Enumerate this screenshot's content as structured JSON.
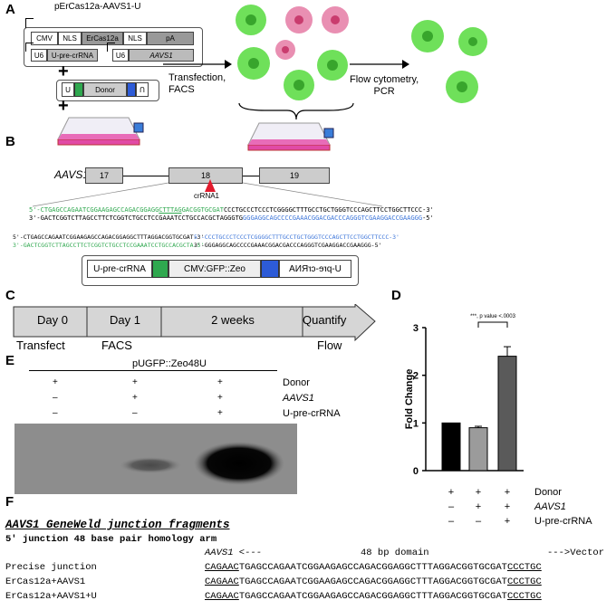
{
  "panels": {
    "A": "A",
    "B": "B",
    "C": "C",
    "D": "D",
    "E": "E",
    "F": "F"
  },
  "panelA": {
    "plasmid_title": "pErCas12a-AAVS1-U",
    "cas_parts": [
      "CMV",
      "NLS",
      "ErCas12a",
      "NLS",
      "pA"
    ],
    "crna_parts": [
      "U6",
      "U-pre-crRNA",
      "U6",
      "AAVS1"
    ],
    "donor_parts": [
      "U",
      "Donor",
      "U"
    ],
    "plus": "+",
    "arrow1": "Transfection,\nFACS",
    "arrow2": "Flow cytometry,\nPCR"
  },
  "panelB": {
    "gene": "AAVS1",
    "exons": [
      "17",
      "18",
      "19"
    ],
    "cut_label": "crRNA1",
    "top_seq_g": "5'-CTGAGCCAGAATCGGAAGAGCCAGACGGAGG",
    "top_seq_u": "CTTTAG",
    "top_seq_g2": "GACGGTGCGAT",
    "top_seq_rest": "CCCTGCCCTCCCTCGGGGCTTTGCCTGCTGGGTCCCAGCTTCCTGGCTTCCC-3'",
    "bot_seq_a": "3'-GACTCGGTCTTAGCCTTCTCGGTCTGCCTCCGAAATCCTGCCACGCTAGGGTG",
    "bot_seq_b": "GGGAGGCAGCCCCGAAACGGACGACCCAGGGTCGAAGGACCGAAGGG",
    "bot_seq_c": "-5'",
    "left_top": "5'-CTGAGCCAGAATCGGAAGAGCCAGACGGAGGCTTTAGGACGGTGCGAT-3'",
    "left_bot": "3'-GACTCGGTCTTAGCCTTCTCGGTCTGCCTCCGAAATCCTGCCACGCTA-5'",
    "right_top": "5'-CCCTGCCCTCCCTCGGGGCTTTGCCTGCTGGGTCCCAGCTTCCTGGCTTCCC-3'",
    "right_bot": "3'-GGGAGGCAGCCCCGAAACGGACGACCCAGGGTCGAAGGACCGAAGGG-5'",
    "construct": [
      "U-pre-crRNA",
      "CMV:GFP::Zeo",
      "U-pre-crRNA"
    ]
  },
  "panelC": {
    "steps": [
      "Day 0",
      "Day 1",
      "2 weeks",
      "Quantify"
    ],
    "below": [
      "Transfect",
      "FACS",
      "",
      "Flow"
    ]
  },
  "panelE": {
    "title": "pUGFP::Zeo48U",
    "rows": [
      {
        "label": "Donor",
        "signs": [
          "+",
          "+",
          "+"
        ]
      },
      {
        "label": "AAVS1",
        "signs": [
          "–",
          "+",
          "+"
        ]
      },
      {
        "label": "U-pre-crRNA",
        "signs": [
          "–",
          "–",
          "+"
        ]
      }
    ]
  },
  "chart_data": {
    "type": "bar",
    "categories": [
      "Donor",
      "Donor + AAVS1",
      "Donor + AAVS1 + U-pre-crRNA"
    ],
    "values": [
      1.0,
      0.9,
      2.4
    ],
    "errors": [
      0,
      0.03,
      0.2
    ],
    "ylabel": "Fold Change",
    "ylim": [
      0,
      3
    ],
    "yticks": [
      "0",
      "1",
      "2",
      "3"
    ],
    "colors": [
      "#000000",
      "#9b9b9b",
      "#5a5a5a"
    ],
    "annotation": "***, p value <.0003",
    "rows": [
      {
        "label": "Donor",
        "signs": [
          "+",
          "+",
          "+"
        ]
      },
      {
        "label": "AAVS1",
        "signs": [
          "–",
          "+",
          "+"
        ]
      },
      {
        "label": "U-pre-crRNA",
        "signs": [
          "–",
          "–",
          "+"
        ]
      }
    ]
  },
  "panelF": {
    "title": "AAVS1 GeneWeld junction fragments",
    "subtitle": "5' junction 48 base pair homology arm",
    "header_left": "AAVS1 <---",
    "header_mid": "48 bp domain",
    "header_right": "--->Vector",
    "rows": [
      {
        "label": "Precise junction",
        "a": "CAGAAC",
        "mid": "TGAGCCAGAATCGGAAGAGCCAGACGGAGGCTTTAGGACGGTGCGAT",
        "b": "CCCTGC"
      },
      {
        "label": "ErCas12a+AAVS1",
        "a": "CAGAAC",
        "mid": "TGAGCCAGAATCGGAAGAGCCAGACGGAGGCTTTAGGACGGTGCGAT",
        "b": "CCCTGC"
      },
      {
        "label": "ErCas12a+AAVS1+U",
        "a": "CAGAAC",
        "mid": "TGAGCCAGAATCGGAAGAGCCAGACGGAGGCTTTAGGACGGTGCGAT",
        "b": "CCCTGC"
      }
    ]
  }
}
